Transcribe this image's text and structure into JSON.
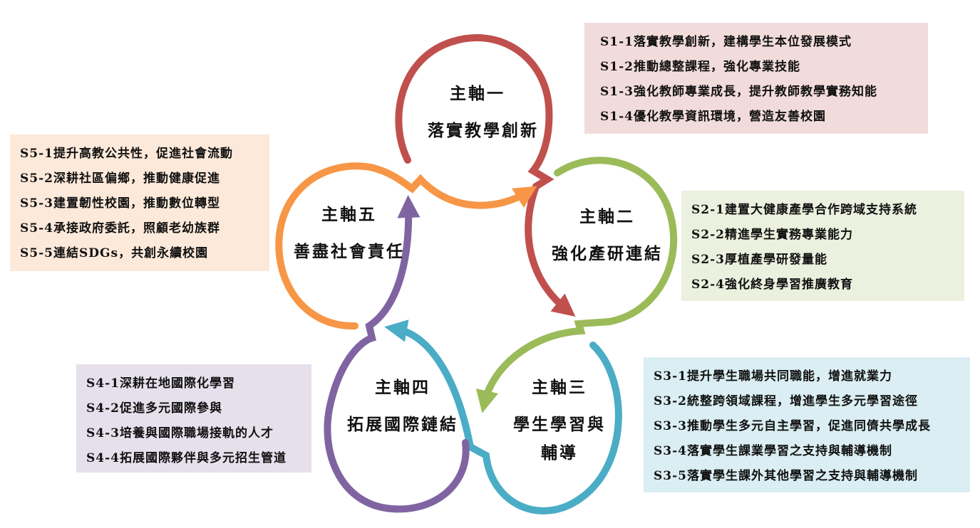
{
  "diagram": {
    "type": "cycle",
    "colors": {
      "axis1": "#C0504D",
      "axis2": "#9BBB59",
      "axis3": "#4BACC6",
      "axis4": "#8064A2",
      "axis5": "#F79646"
    },
    "axes": [
      {
        "id": "axis1",
        "title": "主軸一",
        "subtitle": "落實教學創新",
        "color": "#C0504D",
        "box_bg": "#F2DCDB",
        "strategies": [
          "S1-1落實教學創新，建構學生本位發展模式",
          "S1-2推動總整課程，強化專業技能",
          "S1-3強化教師專業成長，提升教師教學實務知能",
          "S1-4優化教學資訊環境，營造友善校園"
        ]
      },
      {
        "id": "axis2",
        "title": "主軸二",
        "subtitle": "強化產研連結",
        "color": "#9BBB59",
        "box_bg": "#EBF1DE",
        "strategies": [
          "S2-1建置大健康產學合作跨域支持系統",
          "S2-2精進學生實務專業能力",
          "S2-3厚植產學研發量能",
          "S2-4強化終身學習推廣教育"
        ]
      },
      {
        "id": "axis3",
        "title": "主軸三",
        "subtitle": "學生學習與",
        "subtitle2": "輔導",
        "color": "#4BACC6",
        "box_bg": "#DAEEF3",
        "strategies": [
          "S3-1提升學生職場共同職能，增進就業力",
          "S3-2統整跨領域課程，增進學生多元學習途徑",
          "S3-3推動學生多元自主學習，促進同儕共學成長",
          "S3-4落實學生課業學習之支持與輔導機制",
          "S3-5落實學生課外其他學習之支持與輔導機制"
        ]
      },
      {
        "id": "axis4",
        "title": "主軸四",
        "subtitle": "拓展國際鏈結",
        "color": "#8064A2",
        "box_bg": "#E5E0EC",
        "strategies": [
          "S4-1深耕在地國際化學習",
          "S4-2促進多元國際參與",
          "S4-3培養與國際職場接軌的人才",
          "S4-4拓展國際夥伴與多元招生管道"
        ]
      },
      {
        "id": "axis5",
        "title": "主軸五",
        "subtitle": "善盡社會責任",
        "color": "#F79646",
        "box_bg": "#FDE9D9",
        "strategies": [
          "S5-1提升高教公共性，促進社會流動",
          "S5-2深耕社區偏鄉，推動健康促進",
          "S5-3建置韌性校園，推動數位轉型",
          "S5-4承接政府委託，照顧老幼族群",
          "S5-5連結SDGs，共創永續校園"
        ]
      }
    ]
  }
}
